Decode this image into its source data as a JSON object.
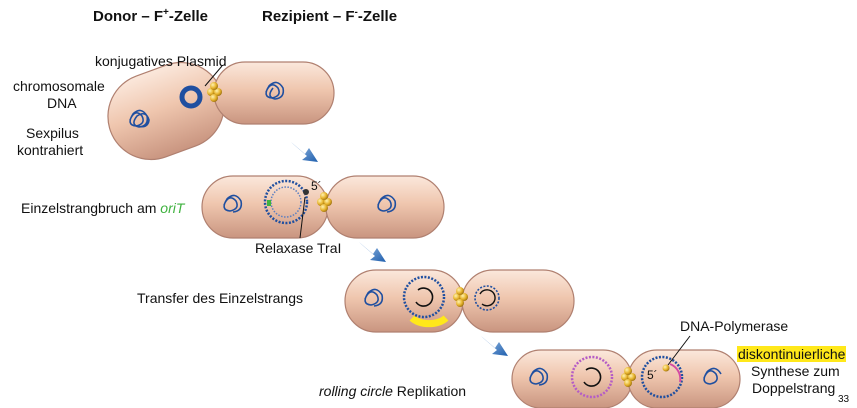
{
  "headers": {
    "donor_prefix": "Donor – F",
    "donor_sup": "+",
    "donor_suffix": "-Zelle",
    "recipient_prefix": "Rezipient – F",
    "recipient_sup": "-",
    "recipient_suffix": "-Zelle"
  },
  "labels": {
    "plasmid": "konjugatives Plasmid",
    "chromosome_line1": "chromosomale",
    "chromosome_line2": "DNA",
    "sexpilus_line1": "Sexpilus",
    "sexpilus_line2": "kontrahiert",
    "nick_prefix": "Einzelstrangbruch am ",
    "nick_site": "oriT",
    "relaxase": "Relaxase TraI",
    "five_prime": "5´",
    "transfer": "Transfer des Einzelstrangs",
    "rolling_circle_italic": "rolling circle",
    "rolling_circle_rest": " Replikation",
    "polymerase": "DNA-Polymerase",
    "discontinuous": "diskontinuierliche",
    "synthesis_line1": "Synthese zum",
    "synthesis_line2": "Doppelstrang"
  },
  "page_number": "33",
  "colors": {
    "cell_fill": "#efc9b4",
    "cell_edge": "#b08070",
    "dna": "#1f4fa0",
    "plasmid": "#1f4fa0",
    "junction": "#e3b12a",
    "arrow": "#2f74c0",
    "highlight": "#ffe81a",
    "orit": "#3fb23f"
  }
}
